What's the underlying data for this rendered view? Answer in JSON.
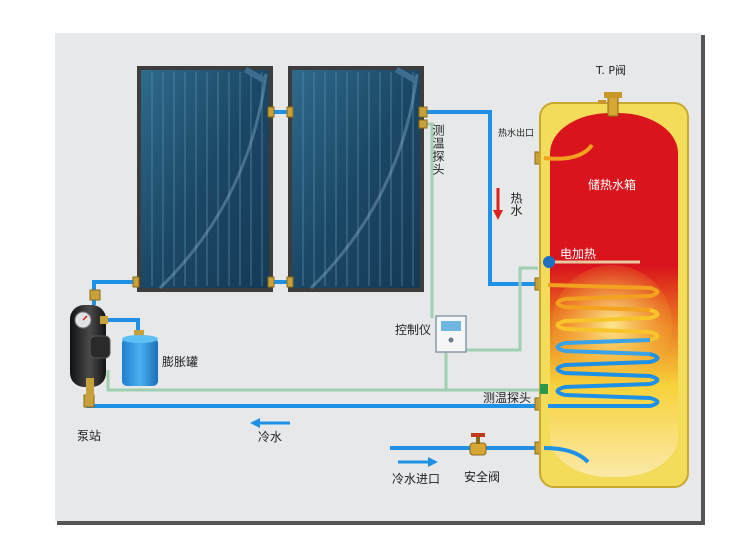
{
  "labels": {
    "tp_valve": "T. P阀",
    "hot_water_outlet": "热水出口",
    "temp_probe_top": "测温探头",
    "hot_water_flow": "热水",
    "storage_tank": "储热水箱",
    "electric_heater": "电加热",
    "controller": "控制仪",
    "expansion_tank": "膨胀罐",
    "temp_probe_bottom": "测温探头",
    "pump_station": "泵站",
    "cold_water": "冷水",
    "cold_water_inlet": "冷水进口",
    "safety_valve": "安全阀"
  },
  "colors": {
    "hot_pipe": "#1e90e6",
    "sensor_wire": "#9fcfb0",
    "tank_shell": "#f2dc5a",
    "tank_hot": "#d8151c",
    "panel_glass": "#1f4f6e",
    "flow_arrow_hot": "#e0201c",
    "flow_arrow_cold": "#1e90e6"
  },
  "icons": [
    "tp-valve-icon",
    "safety-valve-icon",
    "controller-icon",
    "pump-station-icon",
    "expansion-tank-icon"
  ]
}
